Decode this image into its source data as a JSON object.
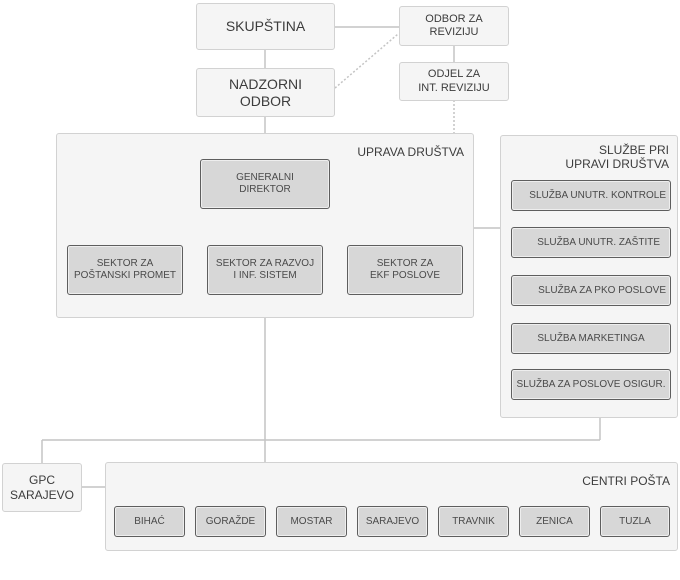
{
  "nodes": {
    "skupstina": "SKUPŠTINA",
    "odbor_revizija": "ODBOR ZA\nREVIZIJU",
    "nadzorni_odbor": "NADZORNI\nODBOR",
    "odjel_revizija": "ODJEL ZA\nINT. REVIZIJU",
    "uprava_title": "UPRAVA DRUŠTVA",
    "generalni_direktor": "GENERALNI\nDIREKTOR",
    "sektori": [
      "SEKTOR ZA\nPOŠTANSKI PROMET",
      "SEKTOR ZA RAZVOJ\nI INF. SISTEM",
      "SEKTOR ZA\nEKF POSLOVE"
    ],
    "sluzbe_title": "SLUŽBE PRI\nUPRAVI DRUŠTVA",
    "sluzbe": [
      "SLUŽBA UNUTR. KONTROLE",
      "SLUŽBA UNUTR. ZAŠTITE",
      "SLUŽBA ZA PKO POSLOVE",
      "SLUŽBA MARKETINGA",
      "SLUŽBA ZA POSLOVE OSIGUR."
    ],
    "gpc": "GPC\nSARAJEVO",
    "centri_title": "CENTRI POŠTA",
    "centri": [
      "BIHAĆ",
      "GORAŽDE",
      "MOSTAR",
      "SARAJEVO",
      "TRAVNIK",
      "ZENICA",
      "TUZLA"
    ]
  }
}
